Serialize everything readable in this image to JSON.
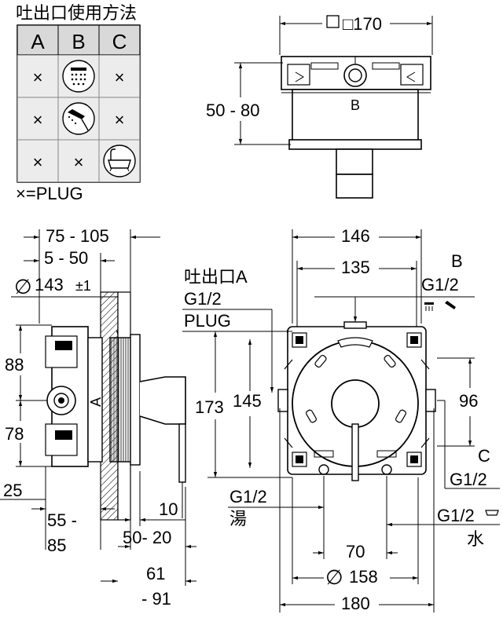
{
  "usage_table": {
    "title": "吐出口使用方法",
    "columns": [
      "A",
      "B",
      "C"
    ],
    "rows": [
      {
        "A": "×",
        "B": "rain-shower-icon",
        "C": "×"
      },
      {
        "A": "×",
        "B": "hand-shower-icon",
        "C": "×"
      },
      {
        "A": "×",
        "B": "×",
        "C": "bathtub-icon"
      }
    ],
    "legend": "×=PLUG"
  },
  "top_view": {
    "width": "□170",
    "height": "50 - 80",
    "port_label": "B"
  },
  "side_view": {
    "d1": "75 - 105",
    "d2": "5 - 50",
    "d3_sym": "∅",
    "d3": "143",
    "d3_tol": "±1",
    "d4": "88",
    "d5": "78",
    "d6": "25",
    "d7a": "55 -",
    "d7b": "85",
    "d8": "10",
    "d9": "50- 20",
    "d10a": "61",
    "d10b": "- 91",
    "port_label": "A"
  },
  "front_view": {
    "w1": "146",
    "w2": "135",
    "outletA_label": "吐出口A",
    "outletA_thread": "G1/2",
    "plug_label": "PLUG",
    "b_label": "B",
    "b_thread": "G1/2",
    "h173": "173",
    "h145": "145",
    "h96": "96",
    "c_label": "C",
    "c_thread": "G1/2",
    "cold_thread": "G1/2",
    "cold_label": "水",
    "hot_thread": "G1/2",
    "hot_label": "湯",
    "d70": "70",
    "d158_sym": "∅",
    "d158": "158",
    "d180": "180"
  }
}
